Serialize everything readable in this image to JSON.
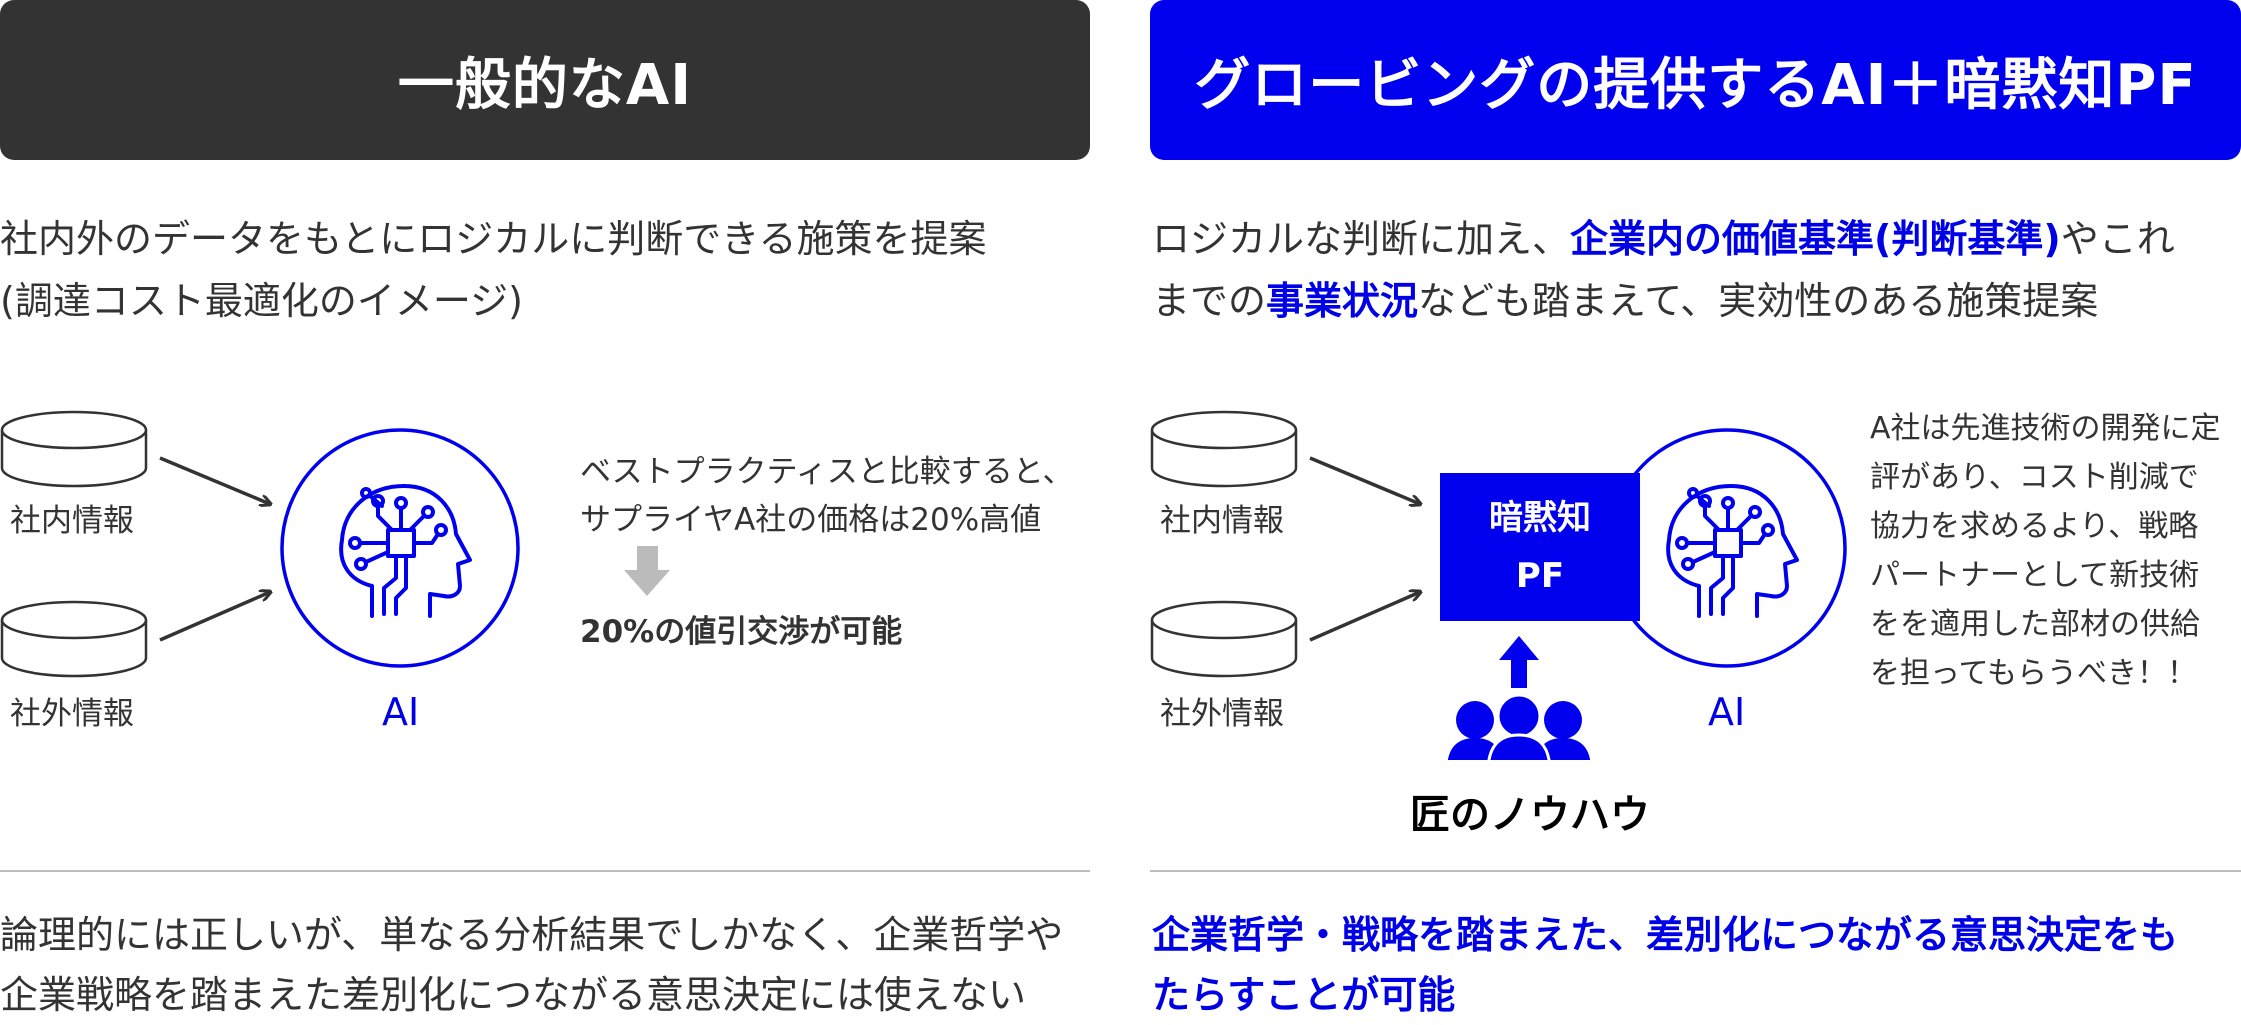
{
  "left": {
    "title": "一般的なAI",
    "desc_line1": "社内外のデータをもとにロジカルに判断できる施策を提案",
    "desc_line2": "(調達コスト最適化のイメージ)",
    "db_internal": "社内情報",
    "db_external": "社外情報",
    "ai_label": "AI",
    "note_line1": "ベストプラクティスと比較すると、",
    "note_line2": "サプライヤA社の価格は20%高値",
    "result": "20%の値引交渉が可能",
    "bottom_line1": "論理的には正しいが、単なる分析結果でしかなく、企業哲学や",
    "bottom_line2": "企業戦略を踏まえた差別化につながる意思決定には使えない"
  },
  "right": {
    "title": "グロービングの提供するAI＋暗黙知PF",
    "desc_a": "ロジカルな判断に加え、",
    "desc_b": "企業内の価値基準(判断基準)",
    "desc_c": "やこれ",
    "desc_d": "までの",
    "desc_e": "事業状況",
    "desc_f": "なども踏まえて、実効性のある施策提案",
    "db_internal": "社内情報",
    "db_external": "社外情報",
    "pf_line1": "暗黙知",
    "pf_line2": "PF",
    "ai_label": "AI",
    "takumi": "匠のノウハウ",
    "note_lines": [
      "A社は先進技術の開発に定",
      "評があり、コスト削減で",
      "協力を求めるより、戦略",
      "パートナーとして新技術",
      "をを適用した部材の供給",
      "を担ってもらうべき！！"
    ],
    "bottom_line1": "企業哲学・戦略を踏まえた、差別化につながる意思決定をも",
    "bottom_line2": "たらすことが可能"
  },
  "colors": {
    "dark": "#333333",
    "blue": "#0000ee",
    "arrow_gray": "#bbbbbb"
  },
  "icons": [
    "database-icon",
    "ai-brain-icon",
    "arrow-icon",
    "down-arrow-icon",
    "up-arrow-icon",
    "people-icon"
  ]
}
